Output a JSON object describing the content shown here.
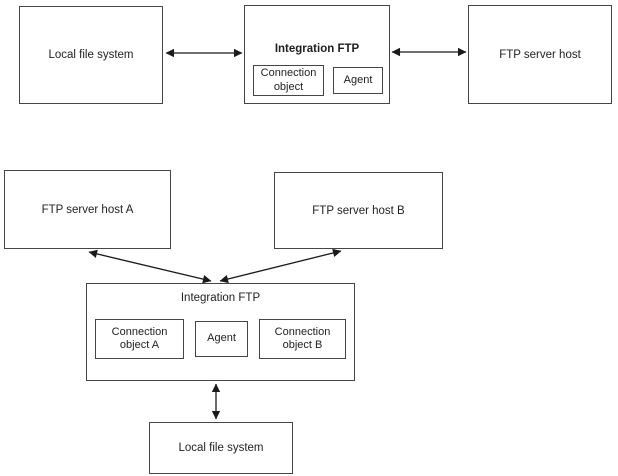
{
  "diagram_top": {
    "local_file_system": "Local file system",
    "integration_ftp_title": "Integration FTP",
    "connection_object": "Connection object",
    "agent": "Agent",
    "ftp_server_host": "FTP server host"
  },
  "diagram_bottom": {
    "ftp_server_host_a": "FTP server host A",
    "ftp_server_host_b": "FTP server host B",
    "integration_ftp_title": "Integration FTP",
    "connection_object_a": "Connection object A",
    "agent": "Agent",
    "connection_object_b": "Connection object B",
    "local_file_system": "Local file system"
  },
  "colors": {
    "border": "#454545",
    "text": "#1f1f1f",
    "arrow": "#1a1a1a",
    "background": "#ffffff"
  }
}
